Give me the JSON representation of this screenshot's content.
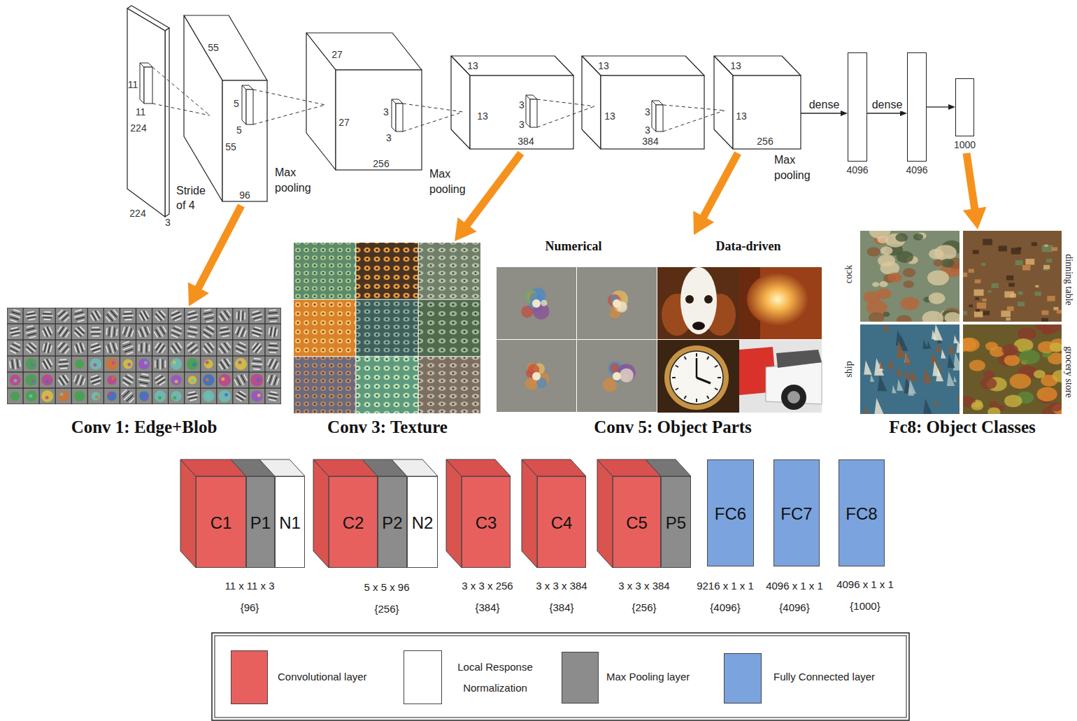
{
  "diagram": {
    "nodes": [
      {
        "text": [
          "11",
          "11",
          "224",
          "224",
          "3"
        ]
      },
      {
        "text": [
          "55",
          "5",
          "5",
          "55",
          "96"
        ]
      },
      {
        "text": [
          "27",
          "27",
          "3",
          "3",
          "256"
        ]
      },
      {
        "text": [
          "13",
          "13",
          "3",
          "3",
          "384"
        ]
      },
      {
        "text": [
          "13",
          "13",
          "3",
          "3",
          "384"
        ]
      },
      {
        "text": [
          "13",
          "13",
          "256"
        ]
      },
      {
        "text": [
          "4096"
        ]
      },
      {
        "text": [
          "4096"
        ]
      },
      {
        "text": [
          "1000"
        ]
      },
      {
        "text": [
          "Conv 1: Edge+Blob"
        ]
      },
      {
        "text": [
          "Conv 3: Texture"
        ]
      },
      {
        "text": [
          "Numerical",
          "Data-driven",
          "Conv 5: Object Parts"
        ]
      },
      {
        "text": [
          "Fc8: Object Classes"
        ]
      },
      {
        "text": [
          "C1"
        ]
      },
      {
        "text": [
          "P1"
        ]
      },
      {
        "text": [
          "N1"
        ]
      },
      {
        "text": [
          "C2"
        ]
      },
      {
        "text": [
          "P2"
        ]
      },
      {
        "text": [
          "N2"
        ]
      },
      {
        "text": [
          "C3"
        ]
      },
      {
        "text": [
          "C4"
        ]
      },
      {
        "text": [
          "C5"
        ]
      },
      {
        "text": [
          "P5"
        ]
      },
      {
        "text": [
          "FC6"
        ]
      },
      {
        "text": [
          "FC7"
        ]
      },
      {
        "text": [
          "FC8"
        ]
      }
    ],
    "edges": [
      {
        "from": 5,
        "to": 6,
        "label": "dense",
        "arrow": "to"
      },
      {
        "from": 6,
        "to": 7,
        "label": "dense",
        "arrow": "to"
      },
      {
        "from": 7,
        "to": 8,
        "arrow": "to"
      },
      {
        "from": 1,
        "to": 9,
        "arrow": "to"
      },
      {
        "from": 3,
        "to": 10,
        "arrow": "to"
      },
      {
        "from": 5,
        "to": 11,
        "arrow": "to"
      },
      {
        "from": 8,
        "to": 12,
        "arrow": "to"
      }
    ],
    "labels": [
      "Stride of 4",
      "Max pooling",
      "Max pooling",
      "Max pooling",
      "cock",
      "dinning table",
      "ship",
      "grocery store",
      "11 x 11 x 3",
      "{96}",
      "5 x 5 x 96",
      "{256}",
      "3 x 3 x 256",
      "{384}",
      "3 x 3 x 384",
      "{384}",
      "3 x 3 x 384",
      "{256}",
      "9216 x 1 x 1",
      "{4096}",
      "4096 x 1 x 1",
      "{4096}",
      "4096 x 1 x 1",
      "{1000}"
    ],
    "legend": [
      {
        "text": "Convolutional layer",
        "color": "#e8605e"
      },
      {
        "text": "Local Response Normalization",
        "color": "#ffffff"
      },
      {
        "text": "Max Pooling layer",
        "color": "#8c8c8c"
      },
      {
        "text": "Fully Connected layer",
        "color": "#7ba3de"
      }
    ]
  }
}
